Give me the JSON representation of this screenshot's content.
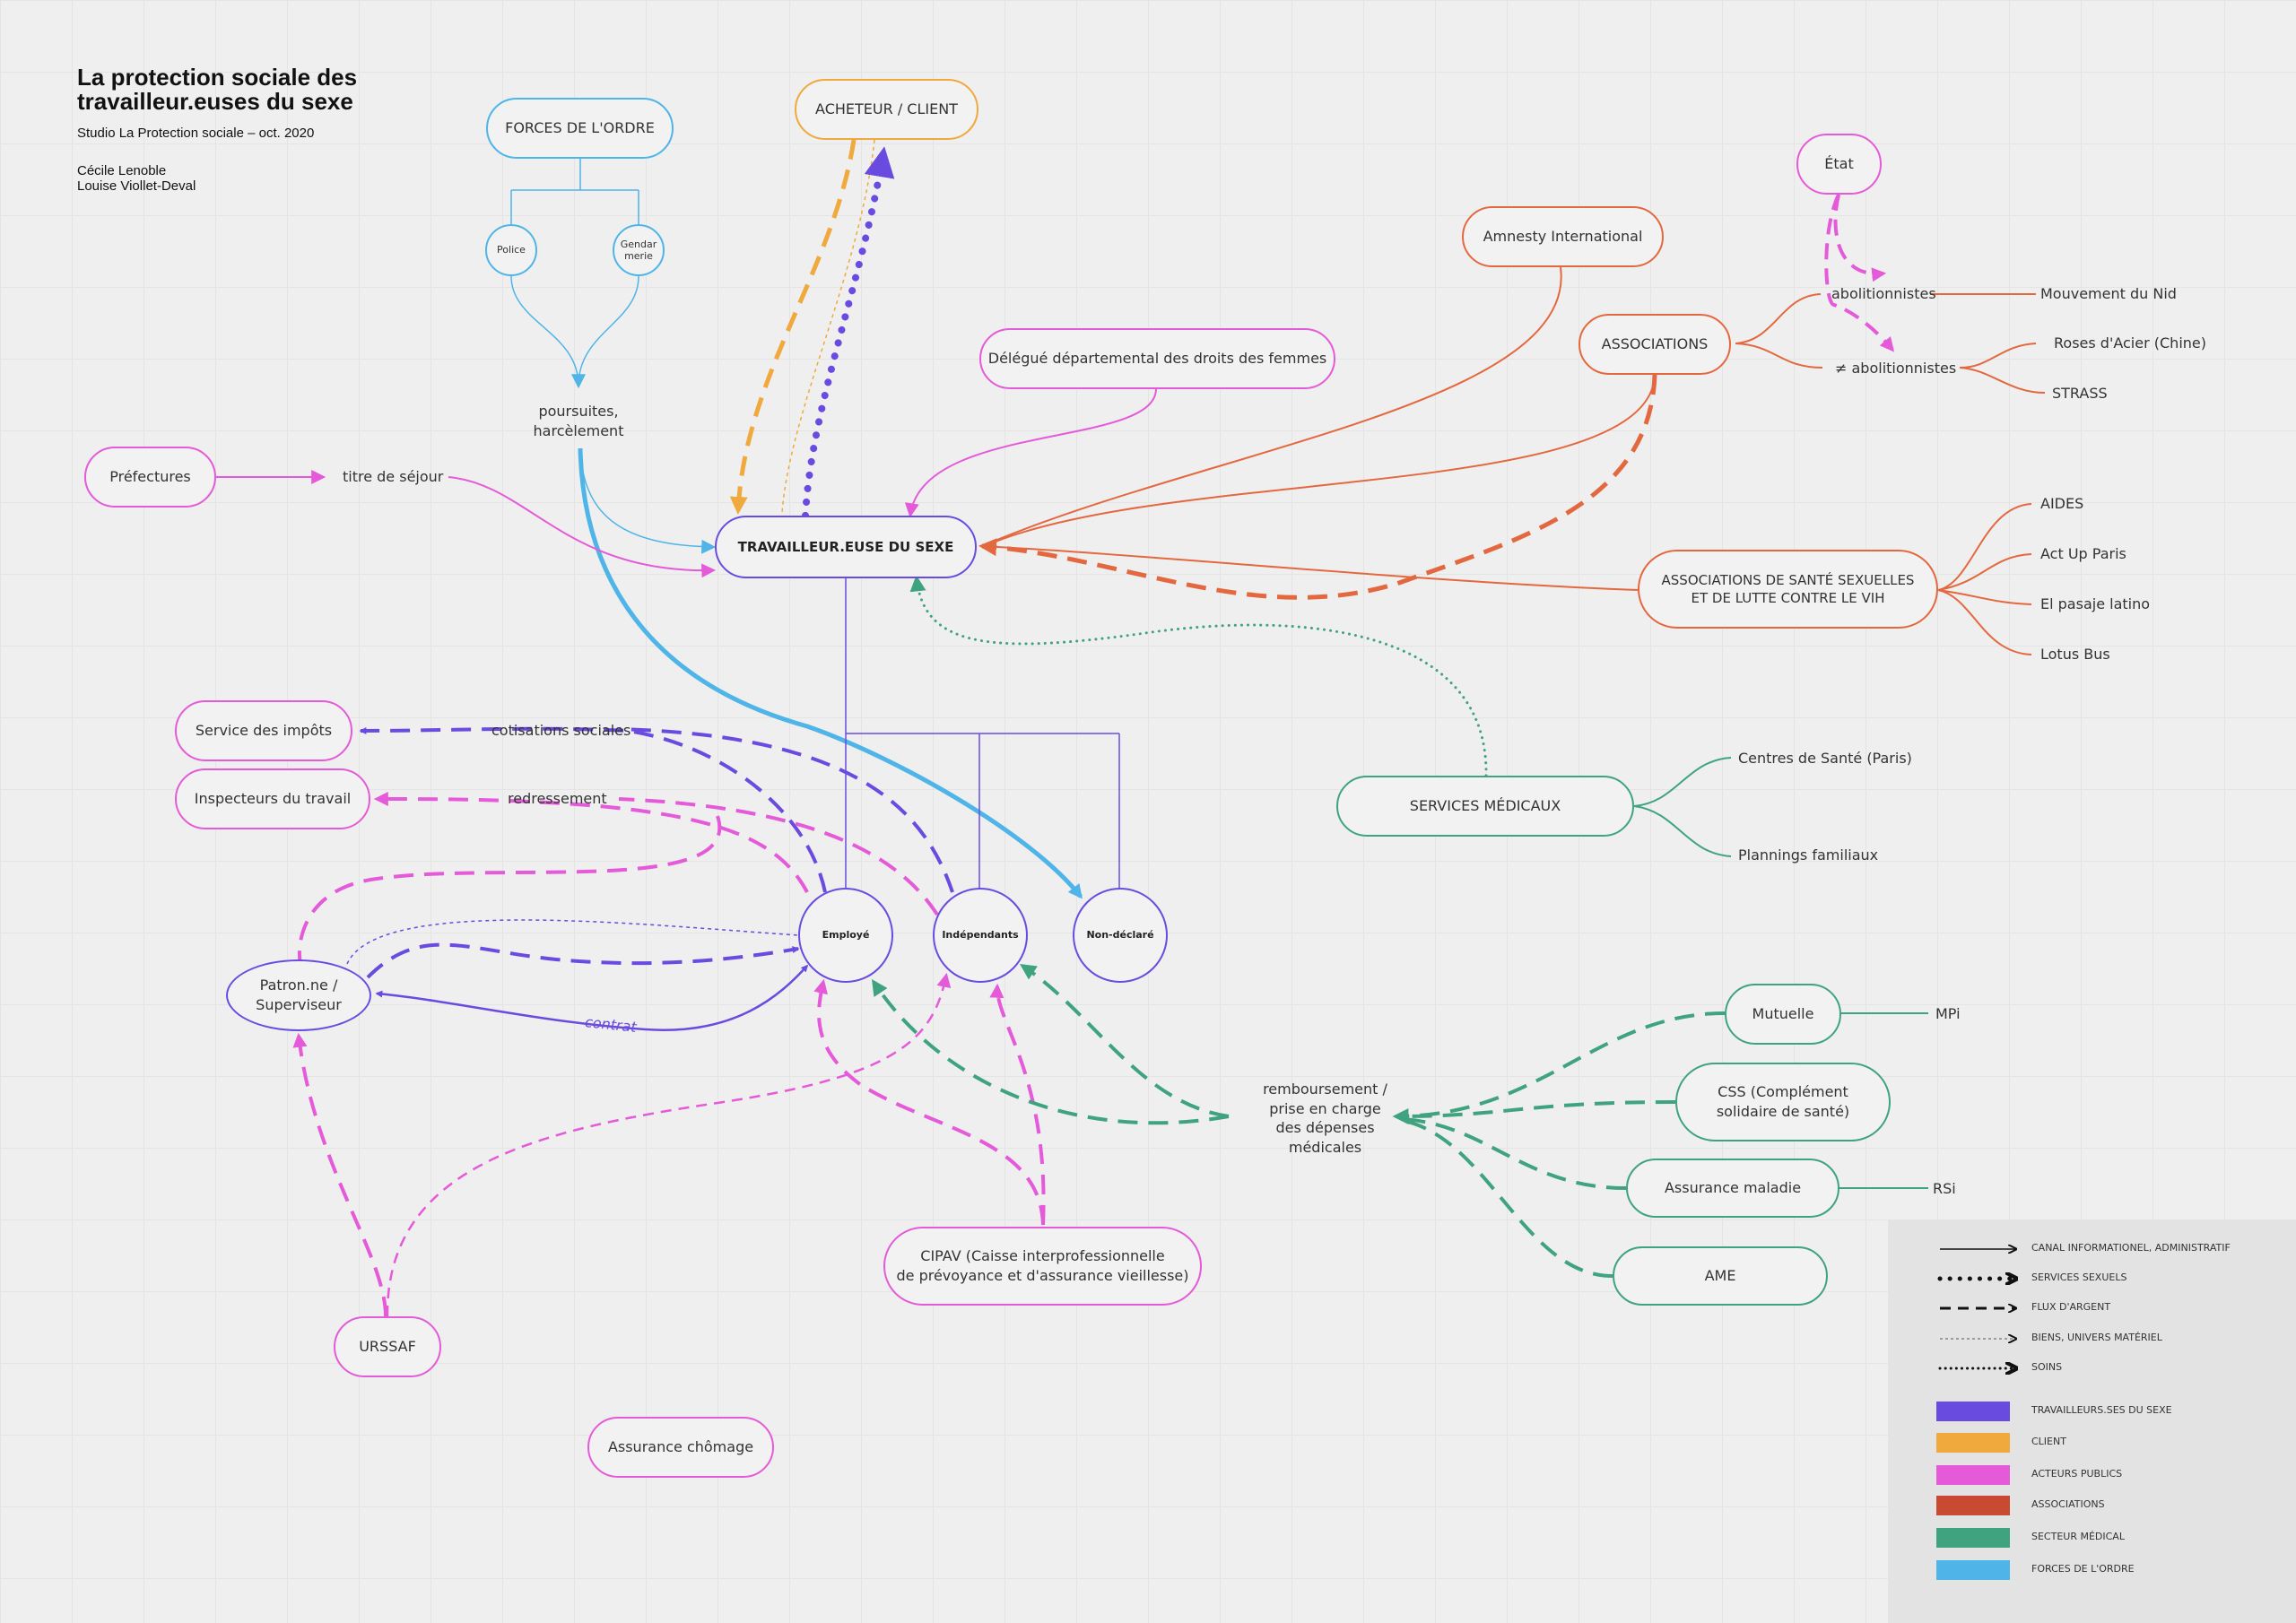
{
  "title": "La protection sociale des travailleur.euses du sexe",
  "subtitle": "Studio La Protection sociale – oct. 2020",
  "authors": [
    "Cécile Lenoble",
    "Louise Viollet-Deval"
  ],
  "nodes": {
    "forces_ordre": "FORCES DE L'ORDRE",
    "police": "Police",
    "gendarmerie": "Gendar\nmerie",
    "poursuites": "poursuites,\nharcèlement",
    "acheteur": "ACHETEUR / CLIENT",
    "etat": "État",
    "amnesty": "Amnesty International",
    "delegue": "Délégué départemental des droits des femmes",
    "associations": "ASSOCIATIONS",
    "abolitionnistes": "abolitionnistes",
    "non_abolitionnistes": "≠ abolitionnistes",
    "mouvement_nid": "Mouvement du Nid",
    "roses_acier": "Roses d'Acier (Chine)",
    "strass": "STRASS",
    "prefectures": "Préfectures",
    "titre_sejour": "titre de séjour",
    "travailleur": "TRAVAILLEUR.EUSE DU SEXE",
    "assoc_sante": "ASSOCIATIONS DE SANTÉ SEXUELLES\nET DE LUTTE CONTRE LE VIH",
    "aides": "AIDES",
    "act_up": "Act Up Paris",
    "el_pasaje": "El pasaje latino",
    "lotus_bus": "Lotus Bus",
    "service_impots": "Service des impôts",
    "cotisations": "cotisations sociales",
    "inspecteurs": "Inspecteurs du travail",
    "redressement": "redressement",
    "services_medicaux": "SERVICES MÉDICAUX",
    "centres_sante": "Centres de Santé (Paris)",
    "plannings": "Plannings familiaux",
    "employe": "Employé",
    "independants": "Indépendants",
    "non_declare": "Non-déclaré",
    "patron": "Patron.ne /\nSuperviseur",
    "contrat": "contrat",
    "mutuelle": "Mutuelle",
    "mpi": "MPi",
    "remboursement": "remboursement /\nprise en charge\ndes dépenses\nmédicales",
    "css": "CSS (Complément\nsolidaire de santé)",
    "assurance_maladie": "Assurance maladie",
    "rsi": "RSi",
    "ame": "AME",
    "cipav": "CIPAV (Caisse interprofessionnelle\nde prévoyance et d'assurance vieillesse)",
    "urssaf": "URSSAF",
    "assurance_chomage": "Assurance chômage"
  },
  "legend": {
    "line_styles": [
      {
        "label": "CANAL INFORMATIONEL, ADMINISTRATIF",
        "style": "solid-arrow"
      },
      {
        "label": "SERVICES SEXUELS",
        "style": "bold-dotted-arrow"
      },
      {
        "label": "FLUX D'ARGENT",
        "style": "dashed-arrow"
      },
      {
        "label": "BIENS, UNIVERS MATÉRIEL",
        "style": "fine-dotted-arrow"
      },
      {
        "label": "SOINS",
        "style": "dotted-arrow"
      }
    ],
    "categories": [
      {
        "label": "TRAVAILLEURS.SES DU SEXE",
        "color": "#6a4be0"
      },
      {
        "label": "CLIENT",
        "color": "#f0a93c"
      },
      {
        "label": "ACTEURS PUBLICS",
        "color": "#e45ad8"
      },
      {
        "label": "ASSOCIATIONS",
        "color": "#c94a33"
      },
      {
        "label": "SECTEUR MÉDICAL",
        "color": "#3fa37f"
      },
      {
        "label": "FORCES DE L'ORDRE",
        "color": "#4fb4e8"
      }
    ]
  }
}
